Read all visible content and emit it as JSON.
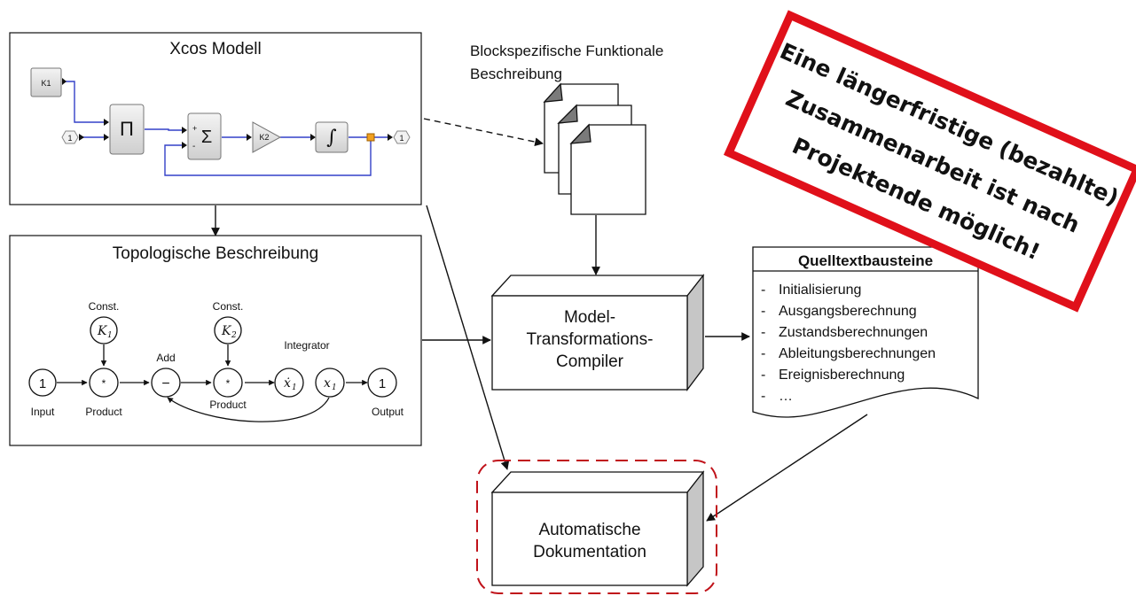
{
  "xcos": {
    "title": "Xcos Modell",
    "blocks": {
      "const": "K1",
      "product": "Π",
      "sum": "Σ",
      "gain": "K2",
      "integral": "∫",
      "input": "1",
      "output": "1",
      "plus": "+",
      "minus": "-"
    }
  },
  "topology": {
    "title": "Topologische Beschreibung",
    "nodes": {
      "input": "1",
      "output": "1",
      "prod1": "*",
      "prod2": "*",
      "add": "−",
      "k1": "K",
      "k1_sub": "1",
      "k2": "K",
      "k2_sub": "2",
      "xdot": "ẋ",
      "xdot_sub": "1",
      "x": "x",
      "x_sub": "1"
    },
    "labels": {
      "input": "Input",
      "product1": "Product",
      "product2": "Product",
      "add": "Add",
      "const1": "Const.",
      "const2": "Const.",
      "integrator": "Integrator",
      "output": "Output"
    }
  },
  "docs": {
    "label_line1": "Blockspezifische Funktionale",
    "label_line2": "Beschreibung"
  },
  "compiler": {
    "line1": "Model-",
    "line2": "Transformations-",
    "line3": "Compiler"
  },
  "source": {
    "title": "Quelltextbausteine",
    "items": [
      "Initialisierung",
      "Ausgangsberechnung",
      "Zustandsberechnungen",
      "Ableitungsberechnungen",
      "Ereignisberechnung",
      "…"
    ]
  },
  "documentation": {
    "line1": "Automatische",
    "line2": "Dokumentation"
  },
  "banner": {
    "line1": "Eine längerfristige (bezahlte)",
    "line2": "Zusammenarbeit ist nach",
    "line3": "Projektende möglich!",
    "border_color": "#e0101a"
  },
  "colors": {
    "wire_blue": "#3340c8",
    "highlight_dash": "#c0121a"
  }
}
